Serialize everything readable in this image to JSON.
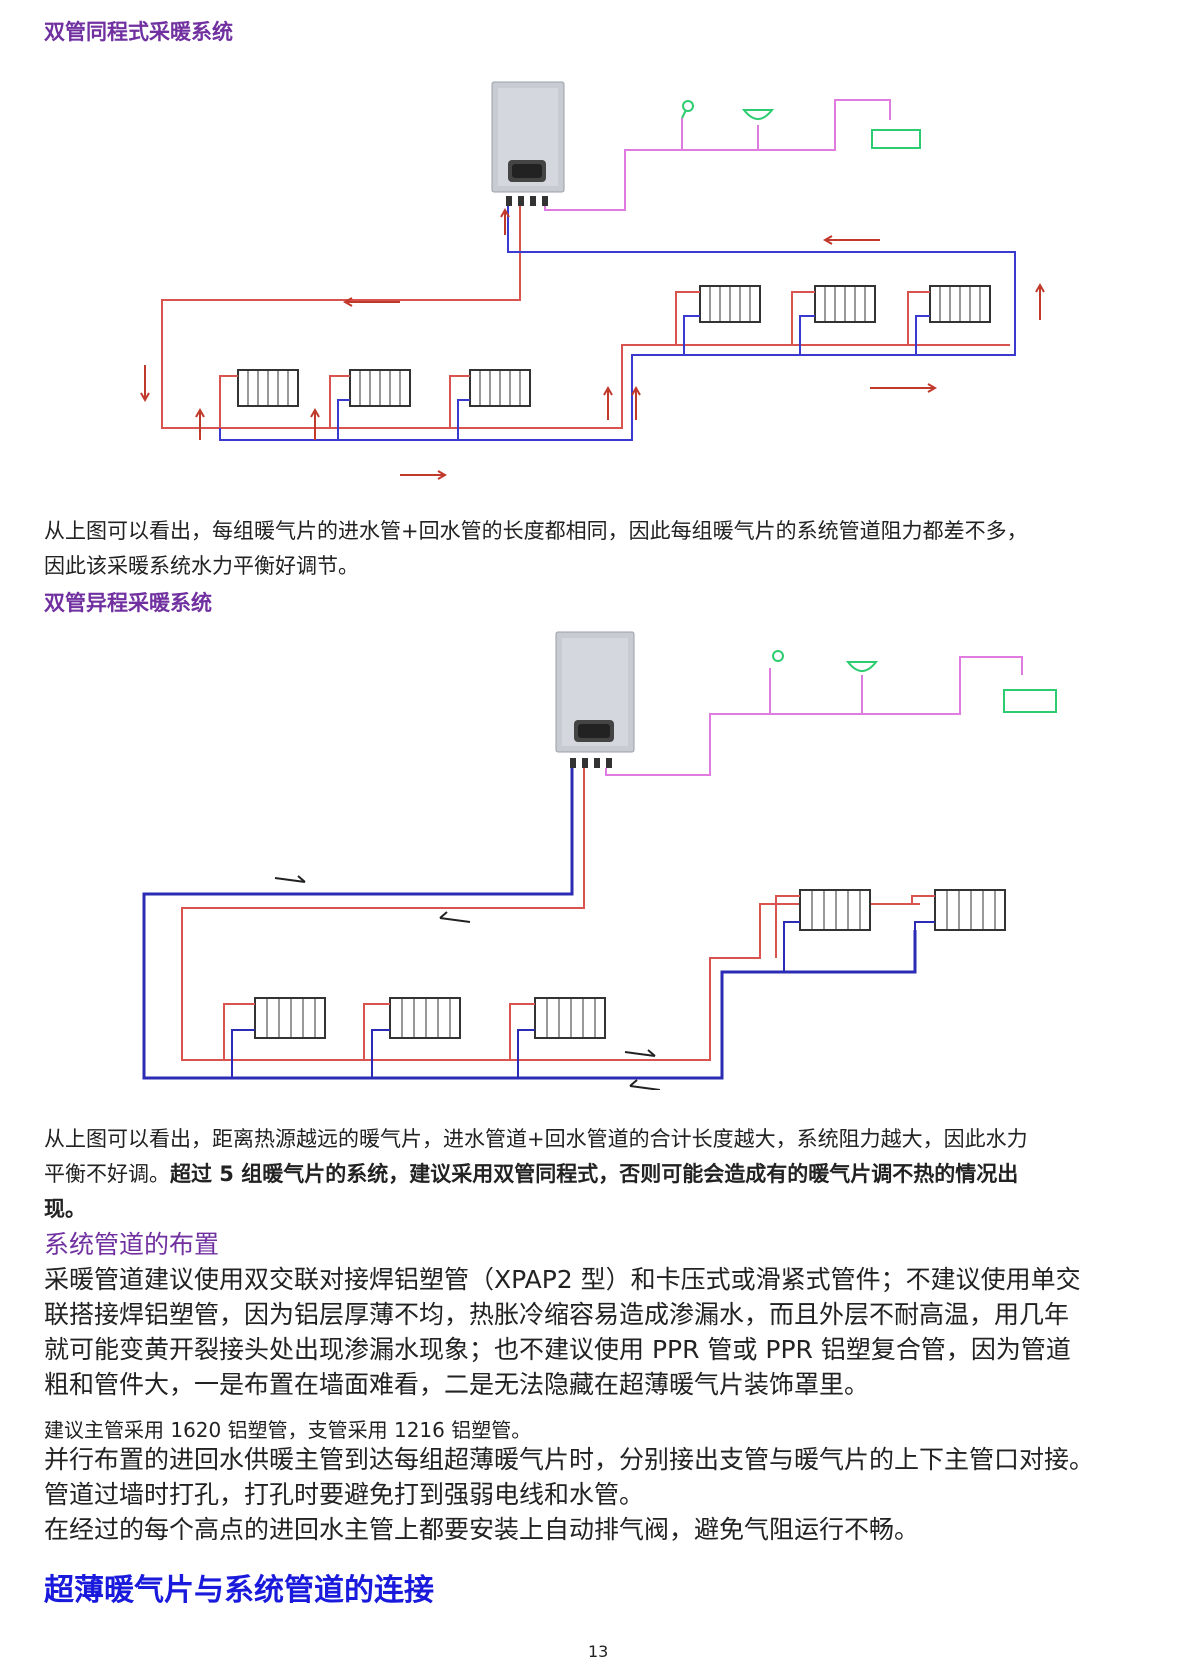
{
  "heading1": "双管同程式采暖系统",
  "para1_line1": "从上图可以看出，每组暖气片的进水管+回水管的长度都相同，因此每组暖气片的系统管道阻力都差不多，",
  "para1_line2": "因此该采暖系统水力平衡好调节。",
  "heading2": "双管异程采暖系统",
  "para2_line1": "从上图可以看出，距离热源越远的暖气片，进水管道+回水管道的合计长度越大，系统阻力越大，因此水力",
  "para2_line2_normal": "平衡不好调。",
  "para2_line2_bold": "超过 5 组暖气片的系统，建议采用双管同程式，否则可能会造成有的暖气片调不热的情况出",
  "para2_line3_bold": "现。",
  "section_title": "系统管道的布置",
  "para3_lines": [
    "采暖管道建议使用双交联对接焊铝塑管（XPAP2 型）和卡压式或滑紧式管件；不建议使用单交",
    "联搭接焊铝塑管，因为铝层厚薄不均，热胀冷缩容易造成渗漏水，而且外层不耐高温，用几年",
    "就可能变黄开裂接头处出现渗漏水现象；也不建议使用 PPR 管或 PPR 铝塑复合管，因为管道",
    "粗和管件大，一是布置在墙面难看，二是无法隐藏在超薄暖气片装饰罩里。"
  ],
  "small_note": "建议主管采用 1620 铝塑管，支管采用 1216 铝塑管。",
  "para4_lines": [
    "并行布置的进回水供暖主管到达每组超薄暖气片时，分别接出支管与暖气片的上下主管口对接。",
    "管道过墙时打孔，打孔时要避免打到强弱电线和水管。",
    "在经过的每个高点的进回水主管上都要安装上自动排气阀，避免气阻运行不畅。"
  ],
  "big_heading": "超薄暖气片与系统管道的连接",
  "page_number": "13",
  "colors": {
    "supply_pipe": "#d9534f",
    "return_pipe": "#3a3ad0",
    "domestic_water": "#e07be0",
    "heading_purple": "#7030a0",
    "heading_blue": "#1a1adc",
    "arrow_red": "#c0392b"
  }
}
